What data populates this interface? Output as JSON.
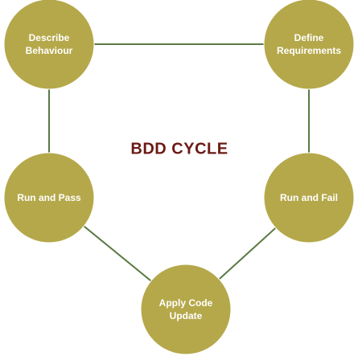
{
  "title": "BDD CYCLE",
  "colors": {
    "node_fill": "#b5a84a",
    "connector": "#5a7a44",
    "title": "#6b1a14",
    "node_text": "#ffffff"
  },
  "nodes": [
    {
      "id": "describe-behaviour",
      "lines": [
        "Describe",
        "Behaviour"
      ]
    },
    {
      "id": "define-requirements",
      "lines": [
        "Define",
        "Requirements"
      ]
    },
    {
      "id": "run-and-fail",
      "lines": [
        "Run and Fail"
      ]
    },
    {
      "id": "apply-code-update",
      "lines": [
        "Apply Code",
        "Update"
      ]
    },
    {
      "id": "run-and-pass",
      "lines": [
        "Run and Pass"
      ]
    }
  ]
}
